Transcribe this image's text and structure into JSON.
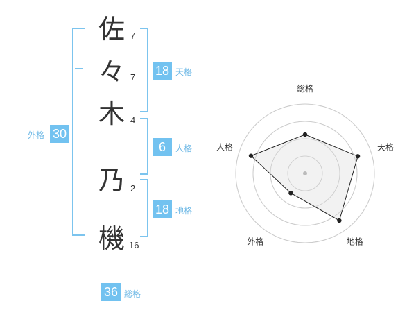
{
  "name": {
    "chars": [
      {
        "char": "佐",
        "strokes": "7"
      },
      {
        "char": "々",
        "strokes": "7"
      },
      {
        "char": "木",
        "strokes": "4"
      },
      {
        "char": "乃",
        "strokes": "2"
      },
      {
        "char": "機",
        "strokes": "16"
      }
    ]
  },
  "kaku": {
    "tenkaku": {
      "value": "18",
      "label": "天格"
    },
    "jinkaku": {
      "value": "6",
      "label": "人格"
    },
    "chikaku": {
      "value": "18",
      "label": "地格"
    },
    "gaikaku": {
      "value": "30",
      "label": "外格"
    },
    "soukaku": {
      "value": "36",
      "label": "総格"
    }
  },
  "chart_data": {
    "type": "radar",
    "axes": [
      "総格",
      "天格",
      "地格",
      "外格",
      "人格"
    ],
    "values": [
      0.56,
      0.8,
      0.84,
      0.35,
      0.82
    ],
    "range": [
      0,
      1
    ],
    "grid_rings": 4,
    "colors": {
      "fill": "#eeeeee",
      "line": "#222222",
      "grid": "#cccccc",
      "center": "#bbbbbb"
    }
  },
  "colors": {
    "accent": "#72c2f0",
    "bracket": "#7cc4ee",
    "text": "#333333"
  }
}
